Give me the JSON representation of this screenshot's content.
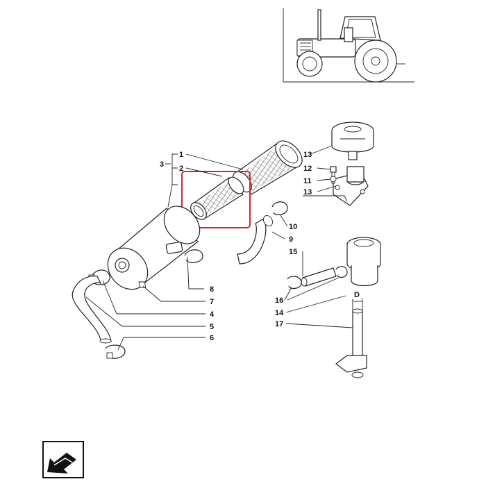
{
  "labels": {
    "l1": "1",
    "l2": "2",
    "l3": "3",
    "l4": "4",
    "l5": "5",
    "l6": "6",
    "l7": "7",
    "l8": "8",
    "l9": "9",
    "l10": "10",
    "l11": "11",
    "l12": "12",
    "l13a": "13",
    "l13b": "13",
    "l14": "14",
    "l15": "15",
    "l16": "16",
    "l17": "17",
    "dim_d": "D"
  },
  "highlight_color": "#d8232a",
  "nav_icon": "prev-page-arrow-icon"
}
